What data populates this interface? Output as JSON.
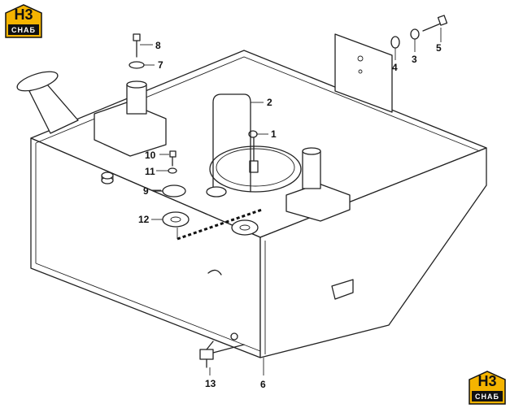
{
  "logo": {
    "top": "H3",
    "bottom": "CHAБ",
    "accent": "#f5b400"
  },
  "callouts": [
    "1",
    "2",
    "3",
    "4",
    "5",
    "6",
    "7",
    "8",
    "9",
    "10",
    "11",
    "12",
    "13"
  ],
  "colors": {
    "stroke": "#222222",
    "background": "#ffffff"
  }
}
